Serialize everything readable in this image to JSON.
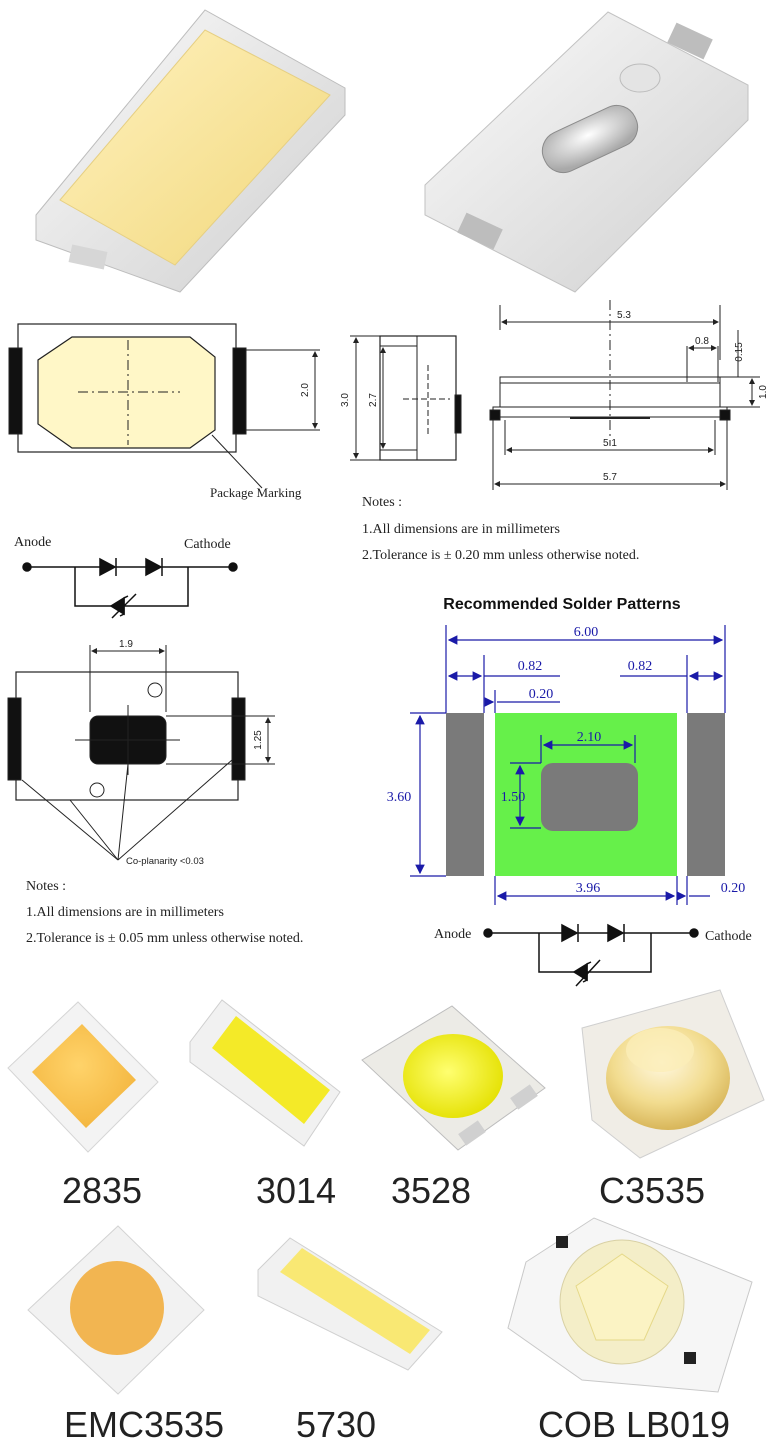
{
  "top_drawing": {
    "dims": {
      "width_total": "5.3",
      "width_inner": "5.1",
      "width_outer": "5.7",
      "lead_gap": "0.8",
      "lead_thick": "0.15",
      "height": "1.0",
      "body_height": "3.0",
      "window_height": "2.7",
      "window_height_front": "2.0"
    },
    "package_marking": "Package Marking",
    "notes": {
      "title": "Notes :",
      "line1": "1.All dimensions are in millimeters",
      "line2": "2.Tolerance is ± 0.20 mm  unless otherwise noted."
    }
  },
  "circuit": {
    "anode": "Anode",
    "cathode": "Cathode"
  },
  "bottom_drawing": {
    "dims": {
      "pad_width": "1.9",
      "pad_height": "1.25"
    },
    "coplanarity": "Co-planarity <0.03",
    "notes": {
      "title": "Notes :",
      "line1": "1.All dimensions are in millimeters",
      "line2": "2.Tolerance is ± 0.05 mm  unless otherwise noted."
    }
  },
  "solder": {
    "title": "Recommended Solder Patterns",
    "dims": {
      "total": "6.00",
      "left_pad": "0.82",
      "right_pad": "0.82",
      "gap": "0.20",
      "center_w": "2.10",
      "center_h": "1.50",
      "height": "3.60",
      "green_w": "3.96",
      "gap_right": "0.20"
    },
    "anode": "Anode",
    "cathode": "Cathode",
    "colors": {
      "dim": "#1a1aa8",
      "pad": "#7a7a7a",
      "green": "#66f04a"
    }
  },
  "packages": {
    "row1": [
      "2835",
      "3014",
      "3528",
      "C3535"
    ],
    "row2": [
      "EMC3535",
      "5730",
      "COB LB019"
    ]
  }
}
